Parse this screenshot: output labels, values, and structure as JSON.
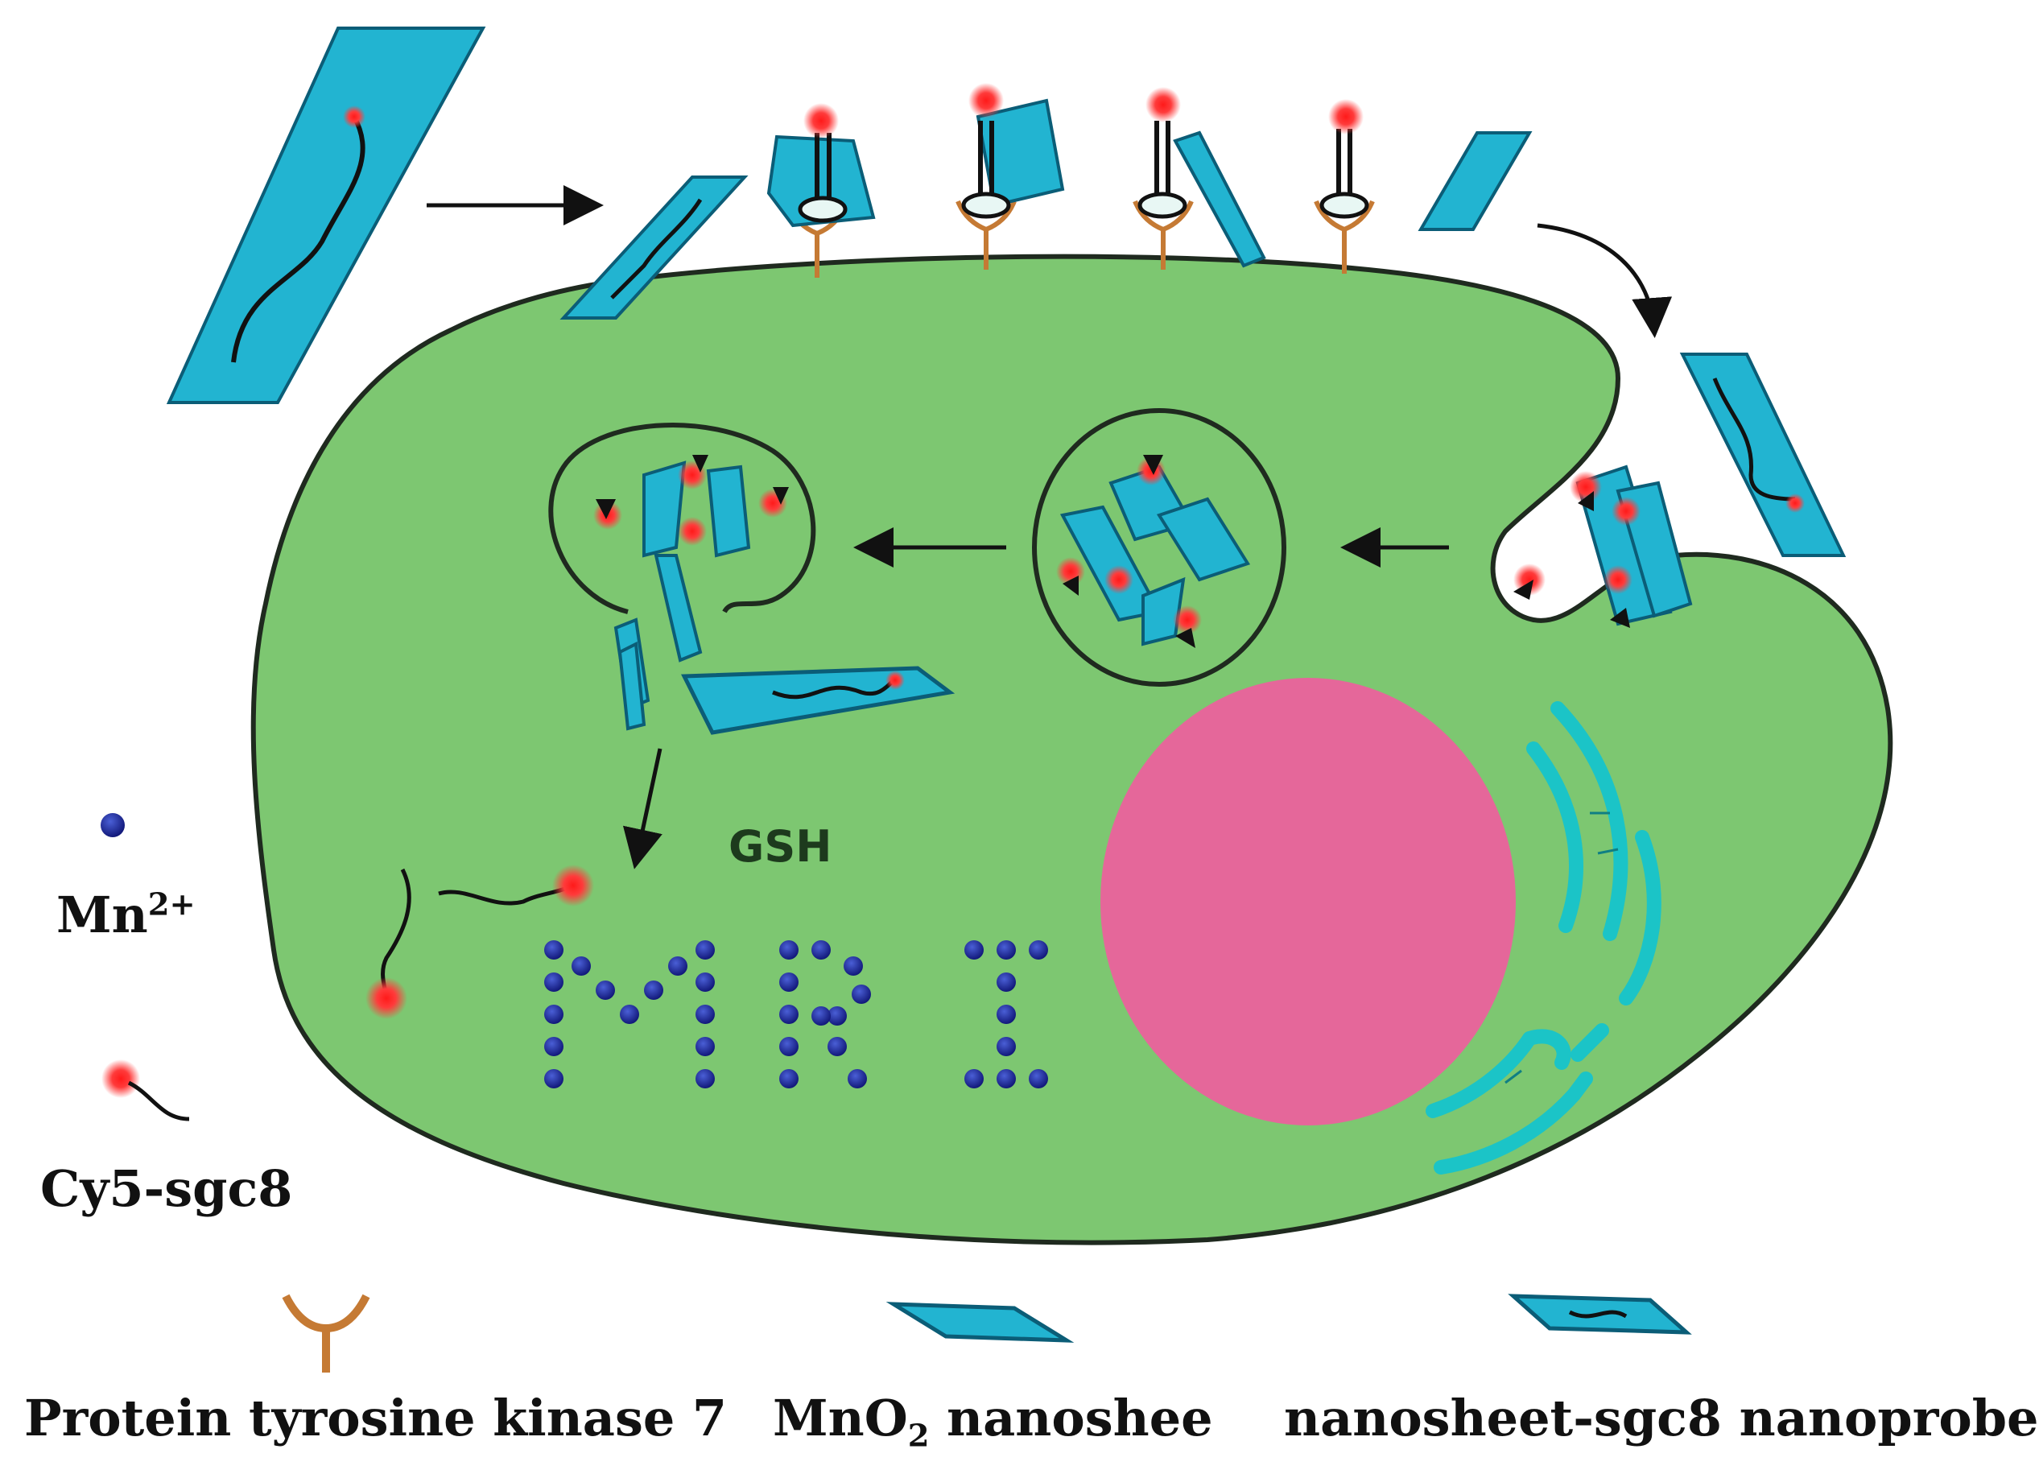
{
  "labels": {
    "gsh": "GSH",
    "mri": "MRI",
    "legend_mn_base": "Mn",
    "legend_mn_charge": "2+",
    "legend_cy5": "Cy5-sgc8",
    "legend_ptk7": "Protein tyrosine kinase 7",
    "legend_mno2_base": "MnO",
    "legend_mno2_sub": "2",
    "legend_mno2_tail": " nanoshee",
    "legend_nanoprobe": "nanosheet-sgc8 nanoprobe"
  },
  "colors": {
    "cell_fill": "#7dc771",
    "cell_outline": "#1f2a1f",
    "nucleus": "#e5679a",
    "nanosheet": "#1fb0cc",
    "nanosheet_dark": "#0b5d77",
    "receptor": "#d3883f",
    "cy5_glow": "#ff2a2a",
    "mn_ion": "#1e2a8c",
    "er": "#1bc4c7"
  },
  "icons": [
    "mn-ion-dot",
    "cy5-dye-dot",
    "ptk7-receptor",
    "mno2-nanosheet",
    "nanoprobe-sheet",
    "endosome-vesicle",
    "nucleus",
    "endoplasmic-reticulum",
    "arrow"
  ]
}
